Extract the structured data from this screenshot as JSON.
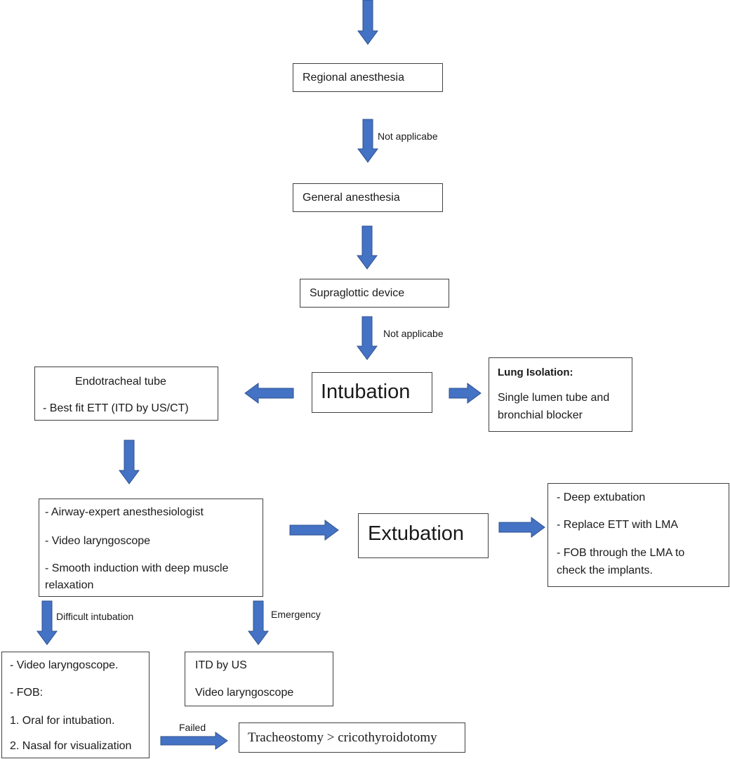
{
  "nodes": {
    "regional": {
      "text": "Regional anesthesia"
    },
    "general": {
      "text": "General anesthesia"
    },
    "supraglottic": {
      "text": "Supraglottic device"
    },
    "intubation": {
      "text": "Intubation"
    },
    "ett": {
      "lines": [
        "Endotracheal tube",
        "- Best fit ETT (ITD by US/CT)"
      ]
    },
    "lung": {
      "title": "Lung Isolation:",
      "lines": [
        "Single lumen tube and",
        "bronchial blocker"
      ]
    },
    "expert": {
      "lines": [
        "- Airway-expert anesthesiologist",
        "- Video laryngoscope",
        "- Smooth induction with deep muscle",
        "relaxation"
      ]
    },
    "extubation": {
      "text": "Extubation"
    },
    "deep": {
      "lines": [
        "- Deep extubation",
        "- Replace ETT with LMA",
        "- FOB through the LMA to",
        "check the implants."
      ]
    },
    "difficult": {
      "lines": [
        "- Video laryngoscope.",
        "- FOB:",
        "1. Oral for intubation.",
        "2. Nasal for visualization"
      ]
    },
    "itd": {
      "lines": [
        "ITD by US",
        "Video laryngoscope"
      ]
    },
    "trach": {
      "text": "Tracheostomy > cricothyroidotomy"
    }
  },
  "edge_labels": {
    "not_applicabe_1": "Not applicabe",
    "not_applicabe_2": "Not applicabe",
    "difficult_intubation": "Difficult intubation",
    "emergency": "Emergency",
    "failed": "Failed"
  },
  "colors": {
    "arrow_fill": "#4472C4",
    "arrow_stroke": "#2F528F",
    "box_border": "#404040"
  }
}
